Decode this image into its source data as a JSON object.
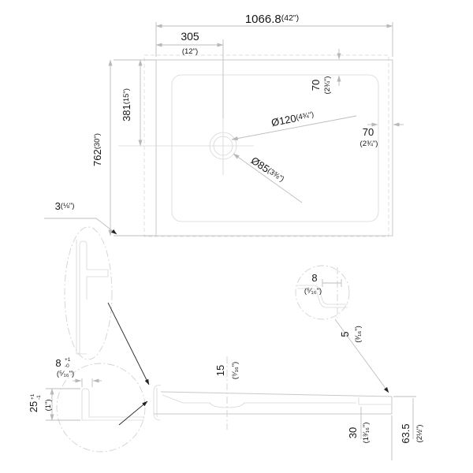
{
  "colors": {
    "background": "#ffffff",
    "linework": "#c9c9c9",
    "dimension_lines": "#bdbdbd",
    "dimension_text": "#161616",
    "leader_arrows": "#2a2a2a"
  },
  "labels": {
    "overall_width": {
      "value": "1066.8",
      "inches": "(42\")"
    },
    "drain_offset_x": {
      "value": "305",
      "inches": "(12\")"
    },
    "drain_offset_y": {
      "value": "381",
      "inches": "(15\")"
    },
    "overall_depth": {
      "value": "762",
      "inches": "(30\")"
    },
    "drain_outer_dia": {
      "value": "Ø120",
      "inches": "(4¾\")"
    },
    "drain_inner_dia": {
      "value": "Ø85",
      "inches": "(3⅜\")"
    },
    "rim_top": {
      "value": "70",
      "inches": "(2¾\")"
    },
    "rim_right": {
      "value": "70",
      "inches": "(2¾\")"
    },
    "base_thickness": {
      "value": "3",
      "inches": "(⅛\")"
    },
    "lip_width": {
      "value": "8",
      "tol_plus": "+1",
      "tol_minus": "-0",
      "inches": "(⁵⁄₁₆\")"
    },
    "lip_height": {
      "value": "25",
      "tol_plus": "+1",
      "tol_minus": "-1",
      "inches": "(1\")"
    },
    "step_detail": {
      "value": "8",
      "inches": "(⁵⁄₁₆\")"
    },
    "step_height": {
      "value": "5",
      "inches": "(³⁄₁₆\")"
    },
    "center_depth": {
      "value": "15",
      "inches": "(⁹⁄₁₆\")"
    },
    "edge_flat": {
      "value": "30",
      "inches": "(1³⁄₁₆\")"
    },
    "total_height": {
      "value": "63.5",
      "inches": "(2½\")"
    }
  }
}
